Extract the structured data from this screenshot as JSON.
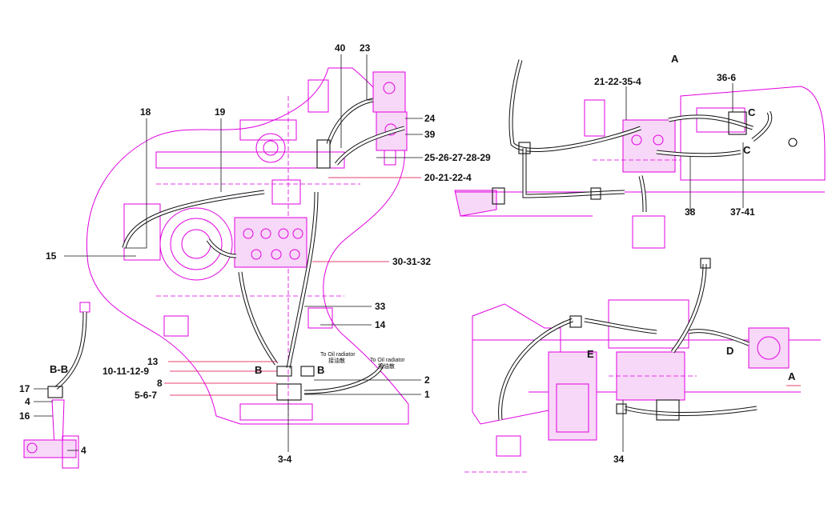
{
  "labels": {
    "n40": "40",
    "n23": "23",
    "n18": "18",
    "n19": "19",
    "n24": "24",
    "n39": "39",
    "n25_29": "25-26-27-28-29",
    "n20_22_4": "20-21-22-4",
    "n15": "15",
    "n30_32": "30-31-32",
    "n33": "33",
    "n14": "14",
    "n13": "13",
    "n10_12_9": "10-11-12-9",
    "n8": "8",
    "n5_7": "5-6-7",
    "n2": "2",
    "n1": "1",
    "n3_4": "3-4",
    "n17": "17",
    "n4a": "4",
    "n16": "16",
    "n4b": "4",
    "n21_22_35_4": "21-22-35-4",
    "n36_6": "36-6",
    "n38": "38",
    "n37_41": "37-41",
    "n34": "34"
  },
  "views": {
    "bb": "B-B",
    "a_top": "A",
    "a_right": "A",
    "b1": "B",
    "b2": "B",
    "c1": "C",
    "c2": "C",
    "d": "D",
    "e": "E"
  },
  "notes": {
    "radiator1": "To Oil radiator",
    "radiator1_cn": "接油散",
    "radiator2": "To Oil radiator",
    "radiator2_cn": "接油散"
  },
  "colors": {
    "drawing": "#e000e0",
    "line": "#111111",
    "leader_red": "#e00040"
  }
}
